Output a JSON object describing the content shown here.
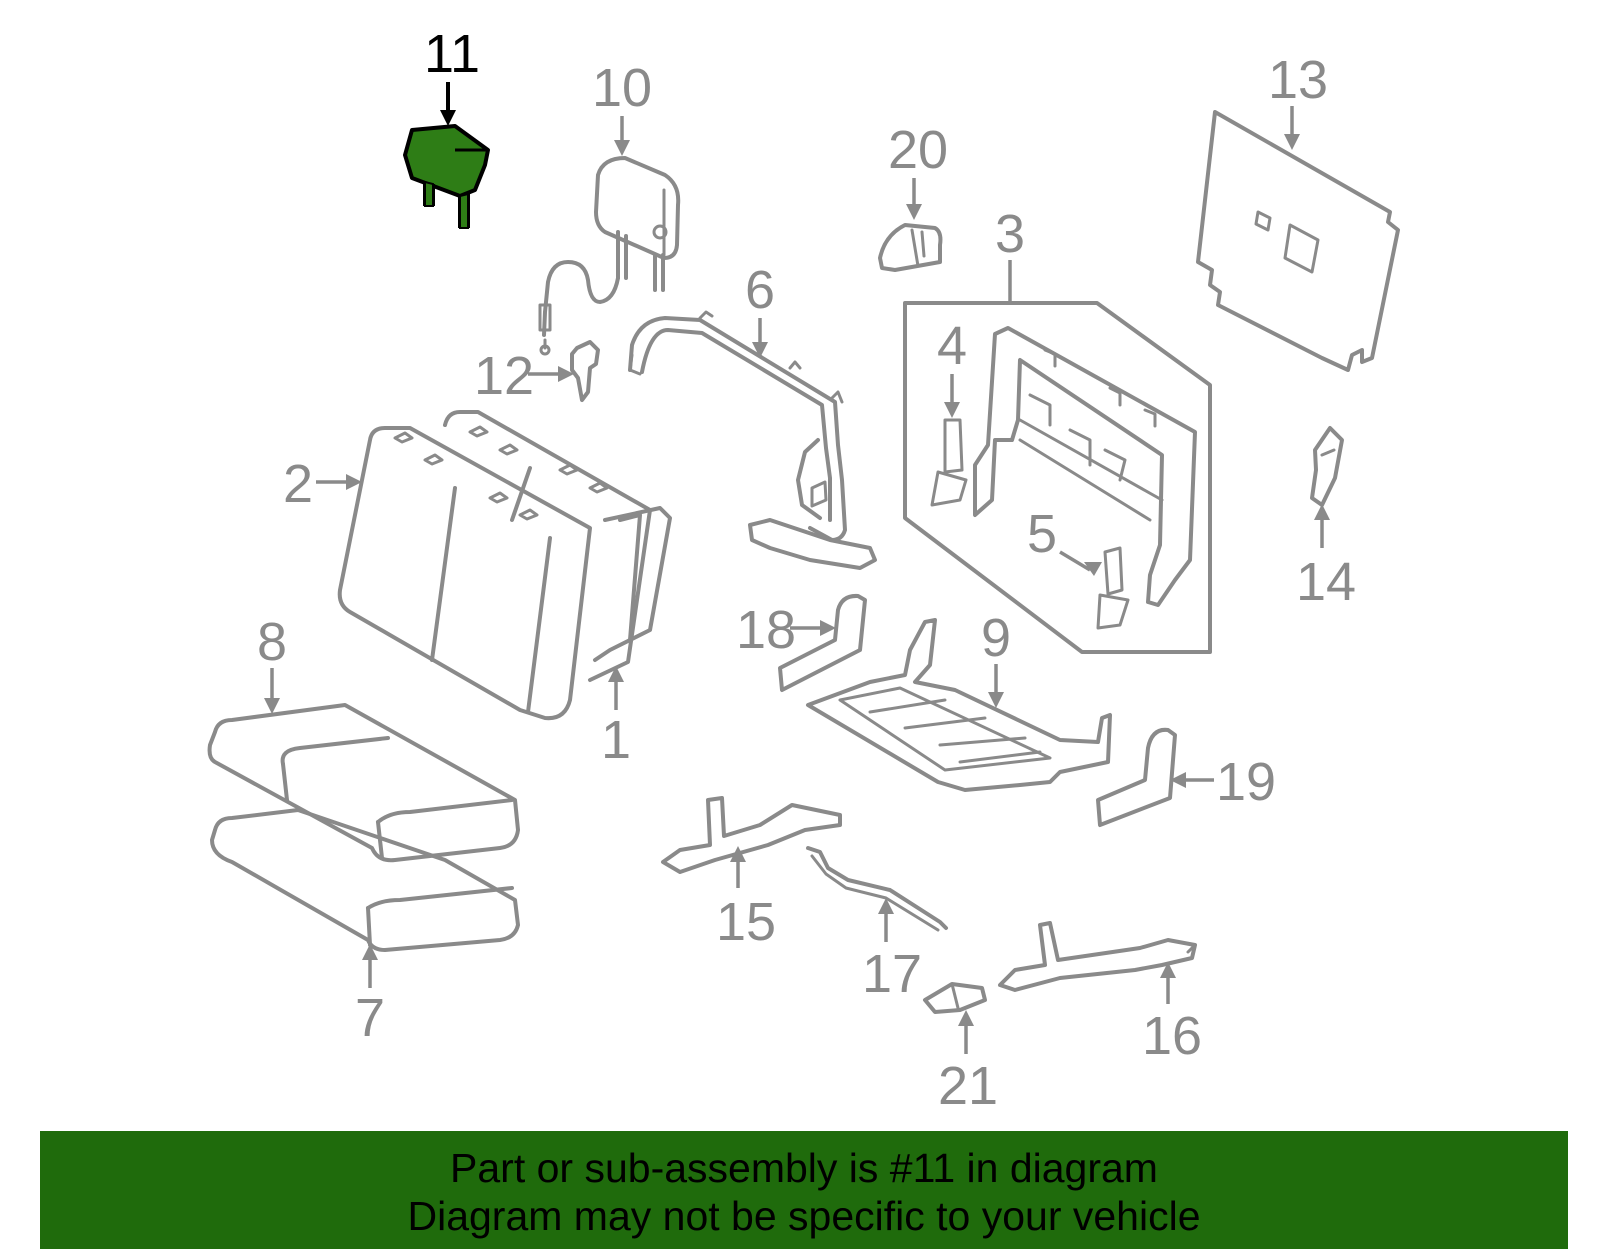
{
  "diagram": {
    "callouts": [
      {
        "id": "c1",
        "label": "1"
      },
      {
        "id": "c2",
        "label": "2"
      },
      {
        "id": "c3",
        "label": "3"
      },
      {
        "id": "c4",
        "label": "4"
      },
      {
        "id": "c5",
        "label": "5"
      },
      {
        "id": "c6",
        "label": "6"
      },
      {
        "id": "c7",
        "label": "7"
      },
      {
        "id": "c8",
        "label": "8"
      },
      {
        "id": "c9",
        "label": "9"
      },
      {
        "id": "c10",
        "label": "10"
      },
      {
        "id": "c11",
        "label": "11"
      },
      {
        "id": "c12",
        "label": "12"
      },
      {
        "id": "c13",
        "label": "13"
      },
      {
        "id": "c14",
        "label": "14"
      },
      {
        "id": "c15",
        "label": "15"
      },
      {
        "id": "c16",
        "label": "16"
      },
      {
        "id": "c17",
        "label": "17"
      },
      {
        "id": "c18",
        "label": "18"
      },
      {
        "id": "c19",
        "label": "19"
      },
      {
        "id": "c20",
        "label": "20"
      },
      {
        "id": "c21",
        "label": "21"
      }
    ],
    "highlighted_part": "11",
    "colors": {
      "highlight": "#2e7d16",
      "line": "#8a8a8a",
      "banner": "#1f6b0c"
    }
  },
  "footer": {
    "line1": "Part or sub-assembly is #11 in diagram",
    "line2": "Diagram may not be specific to your vehicle"
  }
}
